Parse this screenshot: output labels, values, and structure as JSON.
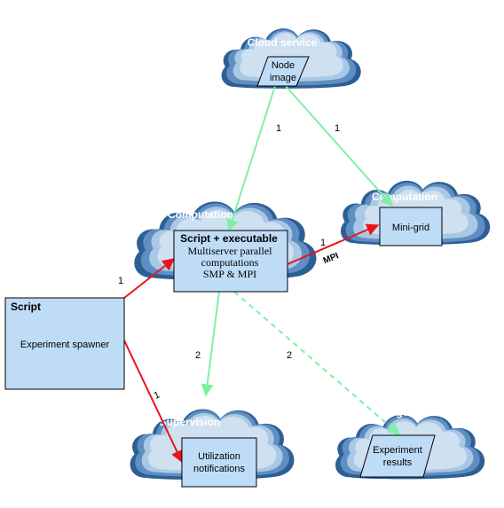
{
  "clouds": {
    "cloud_service": {
      "title": "Cloud service"
    },
    "computation_main": {
      "title": "Computation"
    },
    "computation_minigrid": {
      "title": "Computation"
    },
    "supervision": {
      "title": "Supervision"
    },
    "storage": {
      "title": "Storage"
    }
  },
  "nodes": {
    "node_image": {
      "line1": "Node",
      "line2": "image"
    },
    "script_exec": {
      "title": "Script + executable",
      "line1": "Multiserver parallel",
      "line2": "computations",
      "line3": "SMP  &  MPI"
    },
    "mini_grid": {
      "label": "Mini-grid"
    },
    "script": {
      "title": "Script",
      "body": "Experiment spawner"
    },
    "utilization": {
      "line1": "Utilization",
      "line2": "notifications"
    },
    "experiment_results": {
      "line1": "Experiment",
      "line2": "results"
    }
  },
  "edges": {
    "cloud_to_exec": "1",
    "cloud_to_minigrid": "1",
    "script_to_exec": "1",
    "exec_to_minigrid": "1",
    "exec_to_minigrid_protocol": "MPI",
    "script_to_utilization": "1",
    "exec_to_utilization": "2",
    "exec_to_storage": "2"
  },
  "colors": {
    "green_arrow": "#7ef0a4",
    "red_arrow": "#e8141c",
    "box_fill": "#bfdcf7",
    "cloud_dark": "#2d5f95",
    "cloud_light": "#cfe0f0"
  }
}
